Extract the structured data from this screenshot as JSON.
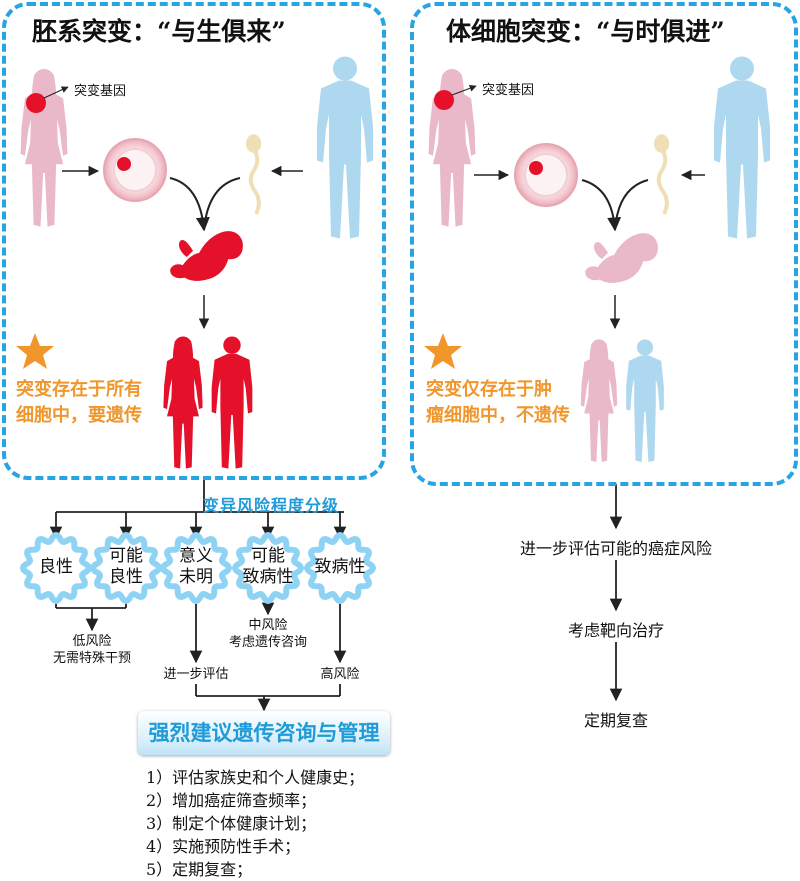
{
  "left_panel": {
    "title": "胚系突变：“与生俱来”",
    "mutation_label": "突变基因",
    "note_line1": "突变存在于所有",
    "note_line2": "细胞中，要遗传"
  },
  "right_panel": {
    "title": "体细胞突变：“与时俱进”",
    "mutation_label": "突变基因",
    "note_line1": "突变仅存在于肿",
    "note_line2": "瘤细胞中，不遗传"
  },
  "risk": {
    "title": "变异风险程度分级",
    "categories": [
      {
        "line1": "良性",
        "line2": ""
      },
      {
        "line1": "可能",
        "line2": "良性"
      },
      {
        "line1": "意义",
        "line2": "未明"
      },
      {
        "line1": "可能",
        "line2": "致病性"
      },
      {
        "line1": "致病性",
        "line2": ""
      }
    ],
    "low_risk_line1": "低风险",
    "low_risk_line2": "无需特殊干预",
    "mid_risk_line1": "中风险",
    "mid_risk_line2": "考虑遗传咨询",
    "further_eval": "进一步评估",
    "high_risk": "高风险"
  },
  "recommendation": {
    "banner": "强烈建议遗传咨询与管理",
    "steps": [
      "1）评估家族史和个人健康史；",
      "2）增加癌症筛查频率；",
      "3）制定个体健康计划；",
      "4）实施预防性手术；",
      "5）定期复查；"
    ]
  },
  "right_flow": {
    "step1": "进一步评估可能的癌症风险",
    "step2": "考虑靶向治疗",
    "step3": "定期复查"
  },
  "colors": {
    "border": "#27a4e4",
    "female": "#e9b9c9",
    "male": "#aed8ef",
    "red": "#e5102a",
    "star": "#f0962a",
    "title_blue": "#1e9bd8"
  }
}
